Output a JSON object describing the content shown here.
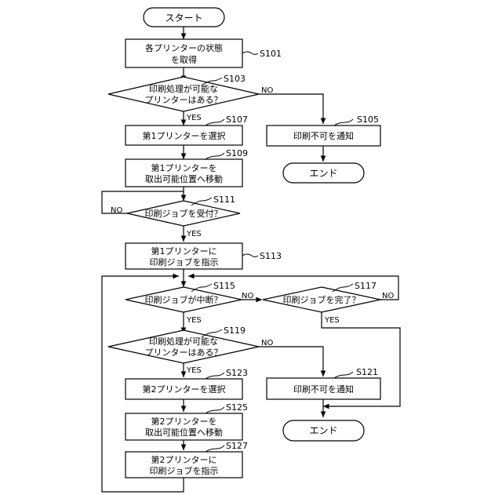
{
  "terminals": {
    "start": "スタート",
    "end_upper": "エンド",
    "end_lower": "エンド"
  },
  "nodes": {
    "s101": {
      "line1": "各プリンターの状態",
      "line2": "を取得"
    },
    "s103": {
      "line1": "印刷処理が可能な",
      "line2": "プリンターはある？"
    },
    "s105": {
      "text": "印刷不可を通知"
    },
    "s107": {
      "text": "第1プリンターを選択"
    },
    "s109": {
      "line1": "第1プリンターを",
      "line2": "取出可能位置へ移動"
    },
    "s111": {
      "text": "印刷ジョブを受付？"
    },
    "s113": {
      "line1": "第1プリンターに",
      "line2": "印刷ジョブを指示"
    },
    "s115": {
      "text": "印刷ジョブが中断？"
    },
    "s117": {
      "text": "印刷ジョブを完了？"
    },
    "s119": {
      "line1": "印刷処理が可能な",
      "line2": "プリンターはある？"
    },
    "s121": {
      "text": "印刷不可を通知"
    },
    "s123": {
      "text": "第2プリンターを選択"
    },
    "s125": {
      "line1": "第2プリンターを",
      "line2": "取出可能位置へ移動"
    },
    "s127": {
      "line1": "第2プリンターに",
      "line2": "印刷ジョブを指示"
    }
  },
  "step_labels": {
    "s101": "S101",
    "s103": "S103",
    "s105": "S105",
    "s107": "S107",
    "s109": "S109",
    "s111": "S111",
    "s113": "S113",
    "s115": "S115",
    "s117": "S117",
    "s119": "S119",
    "s121": "S121",
    "s123": "S123",
    "s125": "S125",
    "s127": "S127"
  },
  "branch_labels": {
    "s103_no": "NO",
    "s103_yes": "YES",
    "s111_no": "NO",
    "s111_yes": "YES",
    "s115_no": "NO",
    "s115_yes": "YES",
    "s117_no": "NO",
    "s117_yes": "YES",
    "s119_no": "NO",
    "s119_yes": "YES"
  }
}
